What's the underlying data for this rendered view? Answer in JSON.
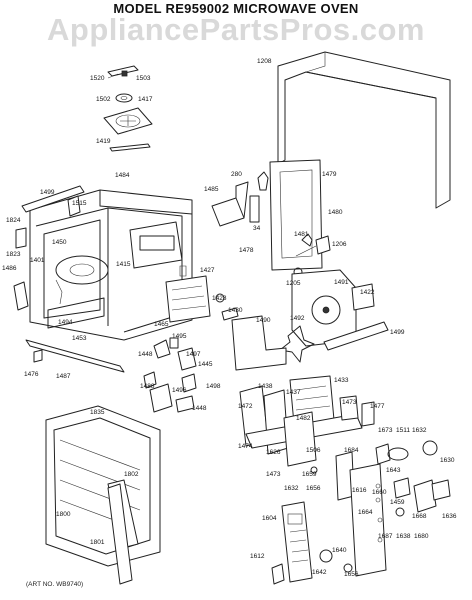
{
  "title": "MODEL RE959002   MICROWAVE OVEN",
  "watermark": "AppliancePartsPros.com",
  "art_number": "(ART NO. WB9740)",
  "callouts": [
    {
      "id": "c1520",
      "text": "1520"
    },
    {
      "id": "c1503",
      "text": "1503"
    },
    {
      "id": "c1502",
      "text": "1502"
    },
    {
      "id": "c1417",
      "text": "1417"
    },
    {
      "id": "c1419",
      "text": "1419"
    },
    {
      "id": "c1208",
      "text": "1208"
    },
    {
      "id": "c280",
      "text": "280"
    },
    {
      "id": "c1479",
      "text": "1479"
    },
    {
      "id": "c1485",
      "text": "1485"
    },
    {
      "id": "c1480",
      "text": "1480"
    },
    {
      "id": "c34",
      "text": "34"
    },
    {
      "id": "c1481",
      "text": "1481"
    },
    {
      "id": "c1206",
      "text": "1206"
    },
    {
      "id": "c1478",
      "text": "1478"
    },
    {
      "id": "c1205",
      "text": "1205"
    },
    {
      "id": "c1499a",
      "text": "1499"
    },
    {
      "id": "c1484",
      "text": "1484"
    },
    {
      "id": "c1515",
      "text": "1515"
    },
    {
      "id": "c1824",
      "text": "1824"
    },
    {
      "id": "c1823",
      "text": "1823"
    },
    {
      "id": "c1450",
      "text": "1450"
    },
    {
      "id": "c1401",
      "text": "1401"
    },
    {
      "id": "c1486",
      "text": "1486"
    },
    {
      "id": "c1415",
      "text": "1415"
    },
    {
      "id": "c1427",
      "text": "1427"
    },
    {
      "id": "c1491",
      "text": "1491"
    },
    {
      "id": "c1422",
      "text": "1422"
    },
    {
      "id": "c1428",
      "text": "1428"
    },
    {
      "id": "c1494",
      "text": "1494"
    },
    {
      "id": "c1453",
      "text": "1453"
    },
    {
      "id": "c1465",
      "text": "1465"
    },
    {
      "id": "c1430",
      "text": "1430"
    },
    {
      "id": "c1490",
      "text": "1490"
    },
    {
      "id": "c1492",
      "text": "1492"
    },
    {
      "id": "c1499b",
      "text": "1499"
    },
    {
      "id": "c1495",
      "text": "1495"
    },
    {
      "id": "c1448a",
      "text": "1448"
    },
    {
      "id": "c1497",
      "text": "1497"
    },
    {
      "id": "c1445",
      "text": "1445"
    },
    {
      "id": "c1476",
      "text": "1476"
    },
    {
      "id": "c1487",
      "text": "1487"
    },
    {
      "id": "c1488",
      "text": "1488"
    },
    {
      "id": "c1496",
      "text": "1496"
    },
    {
      "id": "c1498",
      "text": "1498"
    },
    {
      "id": "c1448b",
      "text": "1448"
    },
    {
      "id": "c1438",
      "text": "1438"
    },
    {
      "id": "c1433",
      "text": "1433"
    },
    {
      "id": "c1835",
      "text": "1835"
    },
    {
      "id": "c1472",
      "text": "1472"
    },
    {
      "id": "c1437",
      "text": "1437"
    },
    {
      "id": "c1473a",
      "text": "1473"
    },
    {
      "id": "c1477",
      "text": "1477"
    },
    {
      "id": "c1482",
      "text": "1482"
    },
    {
      "id": "c1474",
      "text": "1474"
    },
    {
      "id": "c1626",
      "text": "1626"
    },
    {
      "id": "c1506",
      "text": "1506"
    },
    {
      "id": "c1673",
      "text": "1673"
    },
    {
      "id": "c1511",
      "text": "1511"
    },
    {
      "id": "c1632",
      "text": "1632"
    },
    {
      "id": "c1802",
      "text": "1802"
    },
    {
      "id": "c1473b",
      "text": "1473"
    },
    {
      "id": "c1659",
      "text": "1659"
    },
    {
      "id": "c1684",
      "text": "1684"
    },
    {
      "id": "c1632b",
      "text": "1632"
    },
    {
      "id": "c1656",
      "text": "1656"
    },
    {
      "id": "c1643",
      "text": "1643"
    },
    {
      "id": "c1630",
      "text": "1630"
    },
    {
      "id": "c1616",
      "text": "1616"
    },
    {
      "id": "c1660",
      "text": "1660"
    },
    {
      "id": "c1459",
      "text": "1459"
    },
    {
      "id": "c1668",
      "text": "1668"
    },
    {
      "id": "c1636",
      "text": "1636"
    },
    {
      "id": "c1800",
      "text": "1800"
    },
    {
      "id": "c1664",
      "text": "1664"
    },
    {
      "id": "c1604",
      "text": "1604"
    },
    {
      "id": "c1687",
      "text": "1687"
    },
    {
      "id": "c1638",
      "text": "1638"
    },
    {
      "id": "c1680",
      "text": "1680"
    },
    {
      "id": "c1801",
      "text": "1801"
    },
    {
      "id": "c1640",
      "text": "1640"
    },
    {
      "id": "c1612",
      "text": "1612"
    },
    {
      "id": "c1642",
      "text": "1642"
    },
    {
      "id": "c1656b",
      "text": "1656"
    }
  ]
}
